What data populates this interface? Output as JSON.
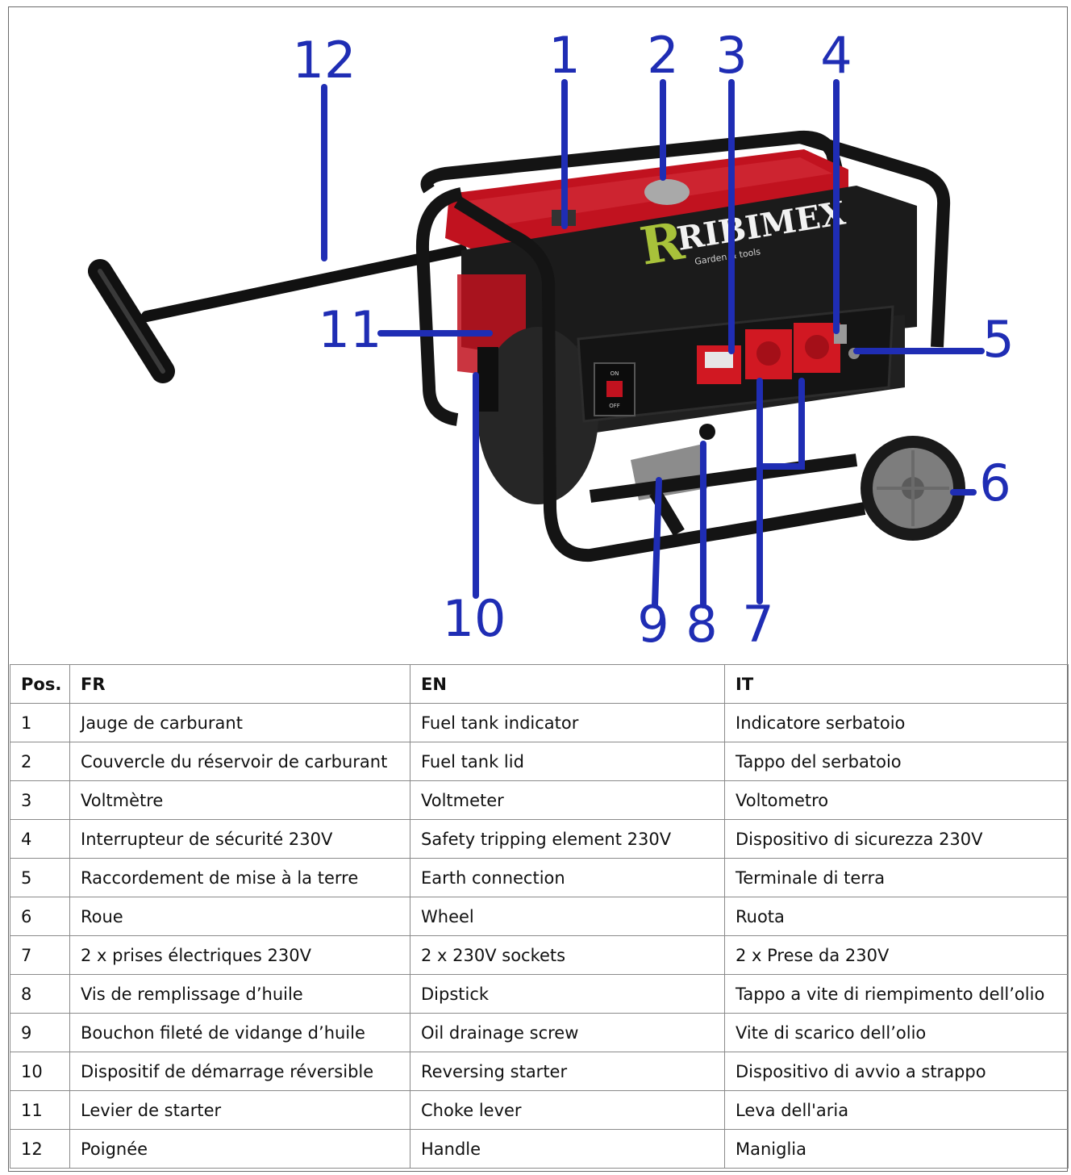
{
  "figure": {
    "callouts": [
      "1",
      "2",
      "3",
      "4",
      "5",
      "6",
      "7",
      "8",
      "9",
      "10",
      "11",
      "12"
    ],
    "brand": {
      "name": "RIBIMEX",
      "tagline": "Garden & tools"
    },
    "colors": {
      "callout": "#1f2db4",
      "tank": "#c1121f",
      "frame": "#141414",
      "panel": "#1b1b1b",
      "logo_accent": "#a8c23a"
    },
    "panel_labels": {
      "switch_on": "ON",
      "switch_off": "OFF"
    }
  },
  "table": {
    "headers": [
      "Pos.",
      "FR",
      "EN",
      "IT"
    ],
    "rows": [
      [
        "1",
        "Jauge de carburant",
        "Fuel tank indicator",
        "Indicatore serbatoio"
      ],
      [
        "2",
        "Couvercle du réservoir de carburant",
        "Fuel tank lid",
        "Tappo del serbatoio"
      ],
      [
        "3",
        "Voltmètre",
        "Voltmeter",
        "Voltometro"
      ],
      [
        "4",
        "Interrupteur de sécurité 230V",
        "Safety tripping element 230V",
        "Dispositivo di sicurezza 230V"
      ],
      [
        "5",
        "Raccordement de mise à la terre",
        "Earth connection",
        "Terminale di terra"
      ],
      [
        "6",
        "Roue",
        "Wheel",
        "Ruota"
      ],
      [
        "7",
        "2 x prises électriques 230V",
        "2 x 230V sockets",
        "2 x Prese da 230V"
      ],
      [
        "8",
        "Vis de remplissage d’huile",
        "Dipstick",
        "Tappo a vite di riempimento dell’olio"
      ],
      [
        "9",
        "Bouchon fileté de vidange d’huile",
        "Oil drainage screw",
        "Vite di scarico dell’olio"
      ],
      [
        "10",
        "Dispositif de démarrage réversible",
        "Reversing starter",
        "Dispositivo di avvio a strappo"
      ],
      [
        "11",
        "Levier de starter",
        "Choke lever",
        "Leva dell'aria"
      ],
      [
        "12",
        "Poignée",
        "Handle",
        "Maniglia"
      ]
    ]
  }
}
